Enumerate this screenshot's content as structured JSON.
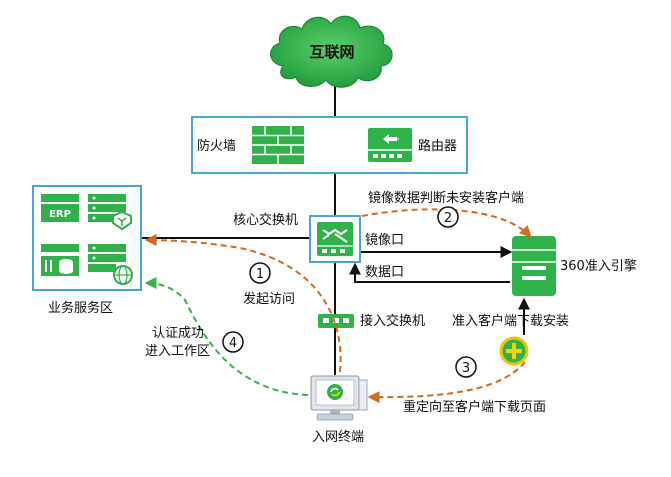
{
  "cloud": {
    "label": "互联网"
  },
  "firewall": {
    "label": "防火墙"
  },
  "router": {
    "label": "路由器"
  },
  "core_switch": {
    "label": "核心交换机"
  },
  "engine": {
    "label": "360准入引擎"
  },
  "mirror_port": {
    "label": "镜像口"
  },
  "data_port": {
    "label": "数据口"
  },
  "access_switch": {
    "label": "接入交换机"
  },
  "business_zone": {
    "label": "业务服务区",
    "erp_text": "ERP"
  },
  "terminal": {
    "label": "入网终端"
  },
  "flows": {
    "step1": {
      "num": "1",
      "label": "发起访问"
    },
    "step2": {
      "num": "2",
      "label": "镜像数据判断未安装客户端"
    },
    "step3": {
      "num": "3",
      "label": "重定向至客户端下载页面"
    },
    "step4": {
      "num": "4",
      "label_line1": "认证成功",
      "label_line2": "进入工作区"
    },
    "install_note": "准入客户端下载安装"
  },
  "colors": {
    "green": "#2fb24a",
    "border_blue": "#4aa6d6",
    "orange": "#d46a1e",
    "dash_green": "#3bb34a",
    "line": "#111111"
  }
}
